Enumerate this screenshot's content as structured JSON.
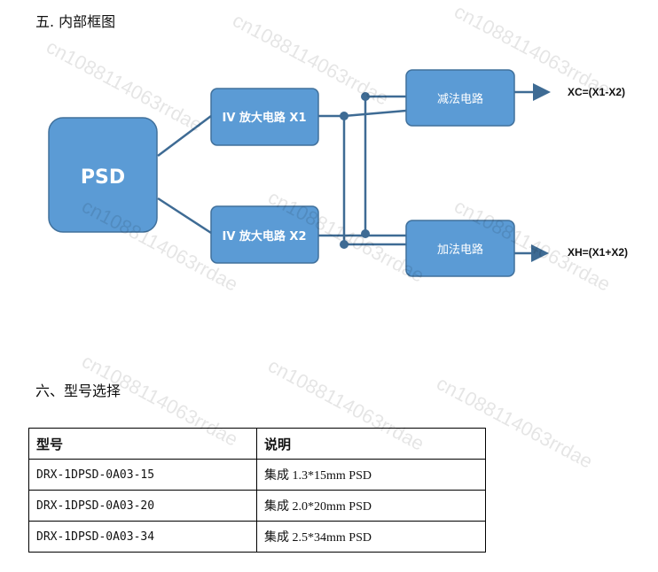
{
  "section5": {
    "title": "五.  内部框图"
  },
  "diagram": {
    "psd_label": "PSD",
    "amp1_label": "IV 放大电路 X1",
    "amp2_label": "IV 放大电路 X2",
    "subtract_label": "减法电路",
    "add_label": "加法电路",
    "out_diff_label": "XC=(X1-X2)",
    "out_sum_label": "XH=(X1+X2)",
    "box_color": "#5b9bd5",
    "line_color": "#3e6b94"
  },
  "section6": {
    "title": "六、型号选择"
  },
  "table": {
    "headers": [
      "型号",
      "说明"
    ],
    "rows": [
      {
        "model": "DRX-1DPSD-0A03-15",
        "desc": "集成 1.3*15mm PSD"
      },
      {
        "model": "DRX-1DPSD-0A03-20",
        "desc": "集成 2.0*20mm PSD"
      },
      {
        "model": "DRX-1DPSD-0A03-34",
        "desc": "集成 2.5*34mm PSD"
      }
    ]
  },
  "watermark": "cn1088114063rrdae"
}
